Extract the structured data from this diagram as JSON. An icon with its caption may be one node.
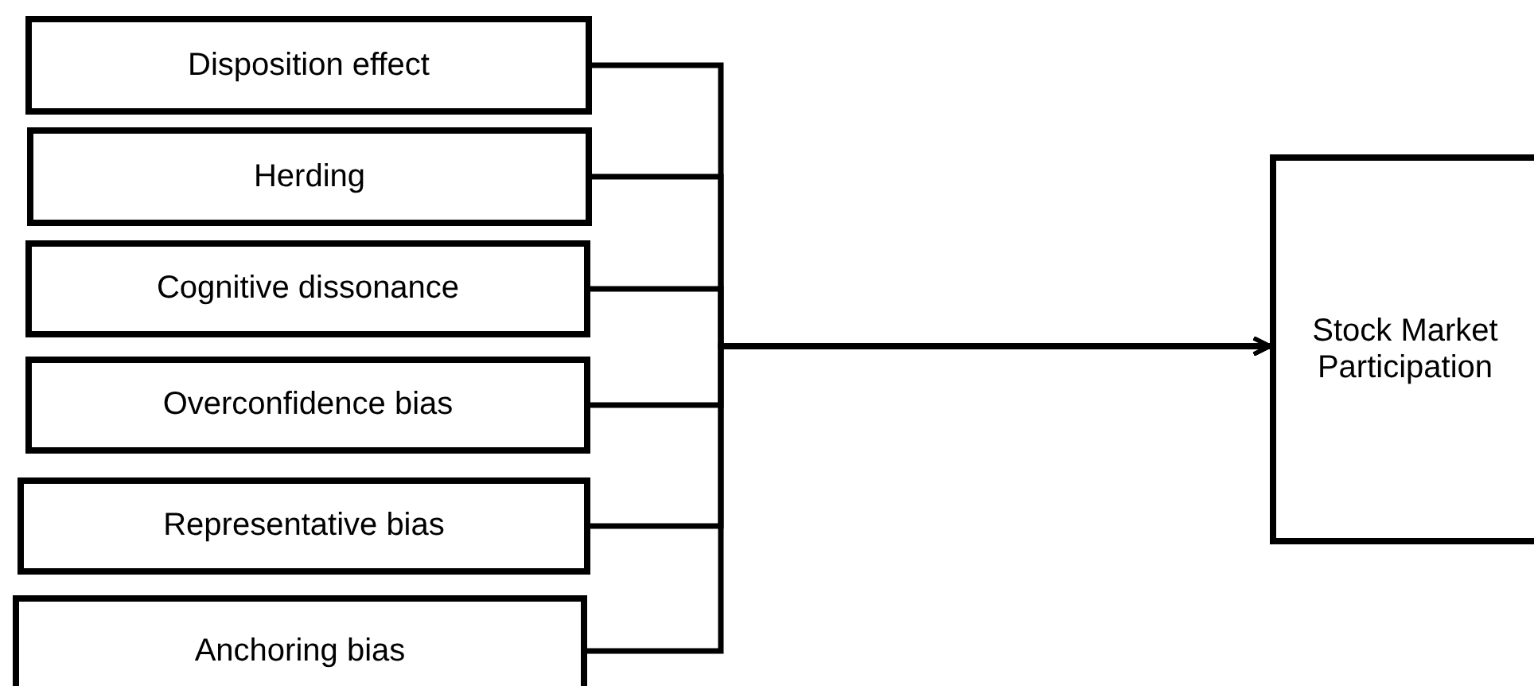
{
  "diagram": {
    "nodes": [
      {
        "text": [
          "Disposition effect"
        ]
      },
      {
        "text": [
          "Herding"
        ]
      },
      {
        "text": [
          "Cognitive dissonance"
        ]
      },
      {
        "text": [
          "Overconfidence bias"
        ]
      },
      {
        "text": [
          "Representative bias"
        ]
      },
      {
        "text": [
          "Anchoring bias"
        ]
      },
      {
        "text": [
          "Stock Market Participation"
        ]
      }
    ],
    "edges": [
      {
        "from": 0,
        "to": 6,
        "arrow": "to"
      },
      {
        "from": 1,
        "to": 6,
        "arrow": "to"
      },
      {
        "from": 2,
        "to": 6,
        "arrow": "to"
      },
      {
        "from": 3,
        "to": 6,
        "arrow": "to"
      },
      {
        "from": 4,
        "to": 6,
        "arrow": "to"
      },
      {
        "from": 5,
        "to": 6,
        "arrow": "to"
      }
    ]
  }
}
